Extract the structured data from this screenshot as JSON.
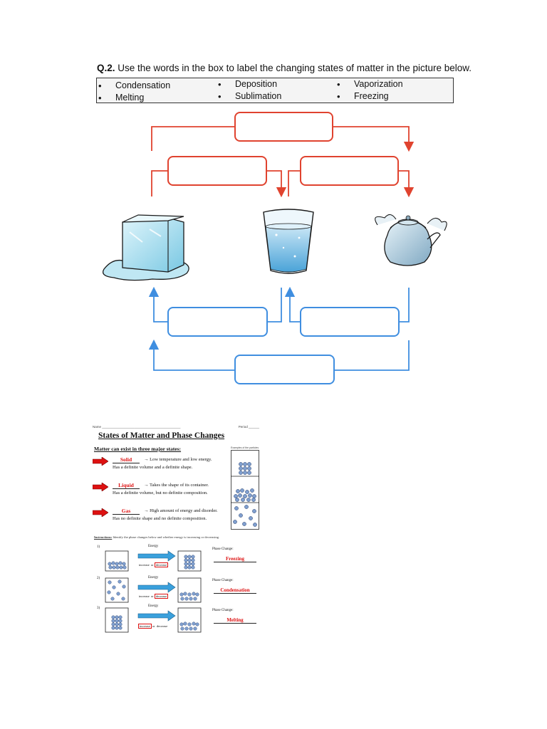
{
  "question": {
    "number": "Q.2.",
    "text": " Use the words in the box to label the changing states of matter in the picture below."
  },
  "word_box": [
    {
      "word": "Condensation"
    },
    {
      "word": "Deposition"
    },
    {
      "word": "Vaporization"
    },
    {
      "word": "Melting"
    },
    {
      "word": "Sublimation"
    },
    {
      "word": "Freezing"
    }
  ],
  "diagram": {
    "images": [
      "ice-cube-icon",
      "water-glass-icon",
      "steaming-kettle-icon"
    ],
    "colors": {
      "top_arrows": "#e0432f",
      "bottom_arrows": "#3f8ee0"
    }
  },
  "worksheet": {
    "name_label": "Name",
    "period_label": "Period",
    "title": "States of Matter and Phase Changes",
    "subtitle": "Matter can exist in three major states:",
    "column_head": "Examples of the particles",
    "states": [
      {
        "name": "Solid",
        "desc": "→ Low temperature and low energy.",
        "desc2": "Has a definite volume and a definite shape."
      },
      {
        "name": "Liquid",
        "desc": "→ Takes the shape of its container.",
        "desc2": "Has a definite volume, but no definite composition."
      },
      {
        "name": "Gas",
        "desc": "→ High amount of energy and disorder.",
        "desc2": "Has no definite shape and no definite composition."
      }
    ],
    "instructions_label": "Instructions:",
    "instructions_text": " Identify the phase changes below and whether energy is increasing or decreasing.",
    "phase_changes": [
      {
        "num": "1)",
        "energy": "Energy",
        "increase": "increase",
        "decrease": "decrease",
        "boxed": "decrease",
        "label": "Phase Change:",
        "answer": "Freezing"
      },
      {
        "num": "2)",
        "energy": "Energy",
        "increase": "increase",
        "decrease": "decrease",
        "boxed": "decrease",
        "label": "Phase Change:",
        "answer": "Condensation"
      },
      {
        "num": "3)",
        "energy": "Energy",
        "increase": "increase",
        "decrease": "decrease",
        "boxed": "increase",
        "label": "Phase Change:",
        "answer": "Melting"
      }
    ]
  }
}
